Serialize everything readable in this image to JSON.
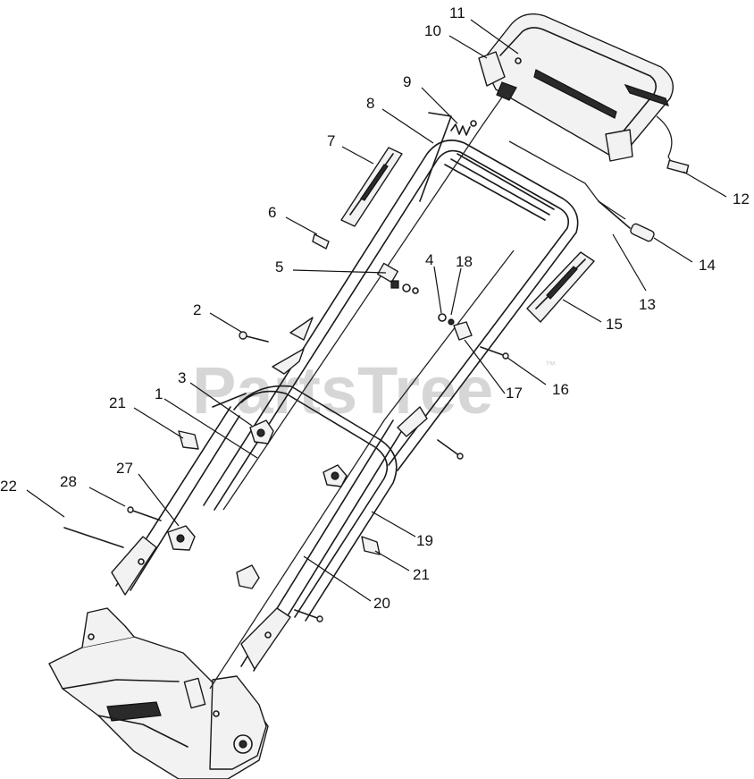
{
  "watermark": {
    "text": "PartsTree",
    "trademark": "™"
  },
  "callouts": [
    {
      "id": "c11",
      "label": "11"
    },
    {
      "id": "c10",
      "label": "10"
    },
    {
      "id": "c9",
      "label": "9"
    },
    {
      "id": "c8",
      "label": "8"
    },
    {
      "id": "c7",
      "label": "7"
    },
    {
      "id": "c12",
      "label": "12"
    },
    {
      "id": "c6",
      "label": "6"
    },
    {
      "id": "c14",
      "label": "14"
    },
    {
      "id": "c4",
      "label": "4"
    },
    {
      "id": "c18",
      "label": "18"
    },
    {
      "id": "c5",
      "label": "5"
    },
    {
      "id": "c13",
      "label": "13"
    },
    {
      "id": "c2",
      "label": "2"
    },
    {
      "id": "c15",
      "label": "15"
    },
    {
      "id": "c3",
      "label": "3"
    },
    {
      "id": "c16",
      "label": "16"
    },
    {
      "id": "c21a",
      "label": "21"
    },
    {
      "id": "c1",
      "label": "1"
    },
    {
      "id": "c17",
      "label": "17"
    },
    {
      "id": "c27",
      "label": "27"
    },
    {
      "id": "c22",
      "label": "22"
    },
    {
      "id": "c28",
      "label": "28"
    },
    {
      "id": "c19",
      "label": "19"
    },
    {
      "id": "c21b",
      "label": "21"
    },
    {
      "id": "c20",
      "label": "20"
    }
  ]
}
